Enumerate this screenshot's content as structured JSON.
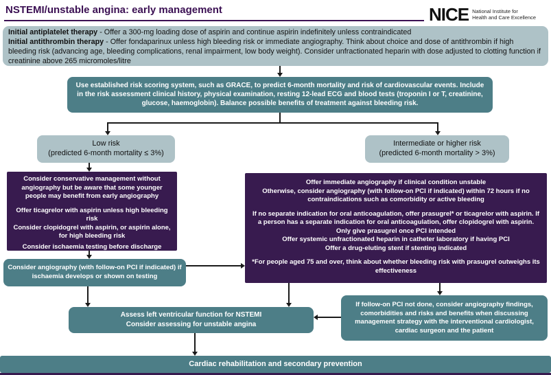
{
  "header": {
    "title": "NSTEMI/unstable angina: early management",
    "logo": {
      "name": "NICE",
      "tagline_line1": "National Institute for",
      "tagline_line2": "Health and Care Excellence"
    }
  },
  "colors": {
    "purple": "#381b4f",
    "teal": "#4d7e87",
    "light_grey_blue": "#aec2c7",
    "title_purple": "#3b1053",
    "arrow": "#1a1a1a"
  },
  "boxes": {
    "initial_therapy": {
      "line1_label": "Initial antiplatelet therapy",
      "line1_text": " - Offer a 300-mg loading dose of aspirin and continue aspirin indefinitely unless contraindicated",
      "line2_label": "Initial antithrombin therapy",
      "line2_text": " -  Offer fondaparinux unless high bleeding risk or immediate angiography. Think about choice and dose of antithrombin if high bleeding risk (advancing age, bleeding complications, renal impairment, low body weight). Consider unfractionated heparin with dose adjusted to clotting function if creatinine above 265 micromoles/litre"
    },
    "risk_scoring": {
      "text": "Use established risk scoring system, such as GRACE, to predict 6-month mortality and risk of cardiovascular events. Include in the risk assessment clinical history, physical examination, resting 12-lead ECG and blood tests (troponin I or T, creatinine,  glucose, haemoglobin). Balance possible benefits of treatment against bleeding risk."
    },
    "low_risk": {
      "title": "Low risk",
      "subtitle": "(predicted 6-month mortality ≤ 3%)"
    },
    "higher_risk": {
      "title": "Intermediate or higher risk",
      "subtitle": "(predicted 6-month mortality > 3%)"
    },
    "conservative": {
      "para1": "Consider conservative management without angiography but be aware that some younger people may benefit from early angiography",
      "para2": "Offer ticagrelor with aspirin unless high bleeding risk",
      "para3": "Consider clopidogrel with aspirin, or aspirin alone, for high bleeding risk",
      "para4": "Consider ischaemia testing before discharge"
    },
    "angio_if_ischaemia": {
      "text": "Consider angiography (with follow-on PCI if indicated) if ischaemia develops or shown on testing"
    },
    "immediate_angio": {
      "para1": "Offer immediate angiography if clinical condition unstable",
      "para2": "Otherwise, consider angiography (with follow-on PCI if indicated) within 72 hours if no contraindications such as comorbidity or active bleeding",
      "para3": "If no separate indication for oral anticoagulation, offer prasugrel* or ticagrelor with aspirin. If a person has a separate indication for oral anticoagulation, offer clopidogrel with aspirin. Only give prasugrel once PCI intended",
      "para4": "Offer systemic unfractionated heparin in catheter laboratory if having PCI",
      "para5": "Offer a drug-eluting stent if stenting indicated",
      "para6": "*For people aged 75 and over, think about whether bleeding risk with prasugrel outweighs its effectiveness"
    },
    "follow_on": {
      "text": "If follow-on PCI not done, consider angiography findings, comorbidities and risks and benefits when discussing management strategy with the interventional cardiologist, cardiac surgeon and the patient"
    },
    "assess_lv": {
      "line1": "Assess left ventricular function for NSTEMI",
      "line2": "Consider assessing for unstable angina"
    },
    "rehab": {
      "text": "Cardiac rehabilitation and secondary prevention"
    }
  }
}
